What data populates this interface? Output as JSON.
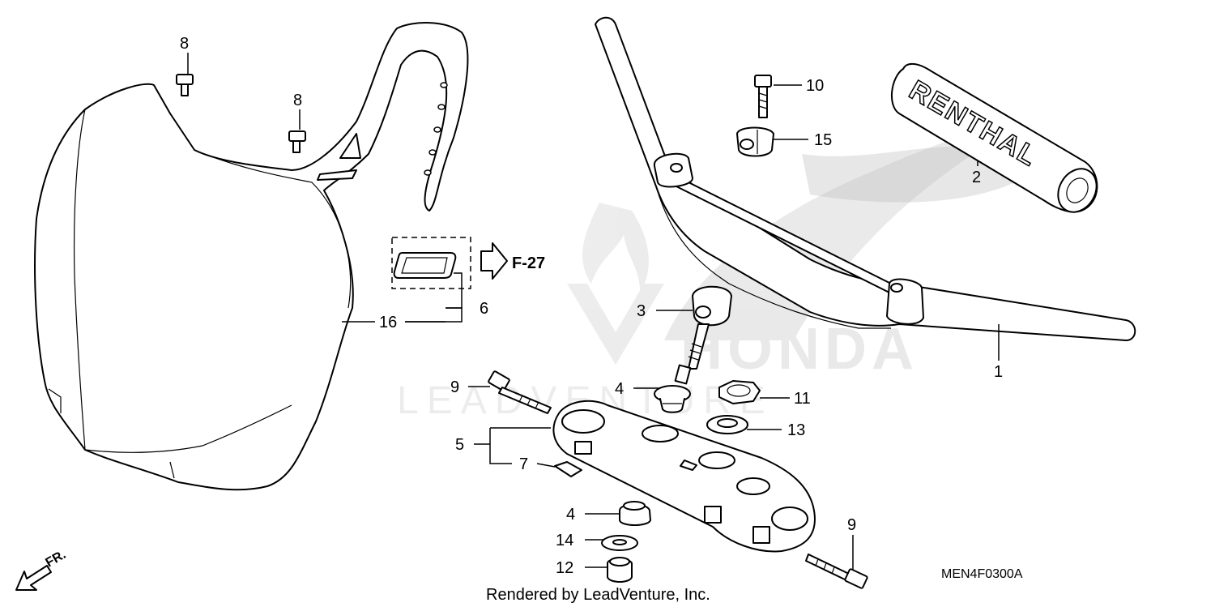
{
  "diagram": {
    "code": "MEN4F0300A",
    "footer": "Rendered by LeadVenture, Inc.",
    "ref_label": "F-27",
    "direction_label": "FR.",
    "grip_brand": "RENTHAL",
    "watermark_honda": "HONDA",
    "watermark_lv": "LEADVENTURE"
  },
  "callouts": [
    {
      "id": "c8a",
      "label": "8"
    },
    {
      "id": "c8b",
      "label": "8"
    },
    {
      "id": "c10",
      "label": "10"
    },
    {
      "id": "c15",
      "label": "15"
    },
    {
      "id": "c2",
      "label": "2"
    },
    {
      "id": "c6",
      "label": "6"
    },
    {
      "id": "c16",
      "label": "16"
    },
    {
      "id": "c3",
      "label": "3"
    },
    {
      "id": "c1",
      "label": "1"
    },
    {
      "id": "c9a",
      "label": "9"
    },
    {
      "id": "c4a",
      "label": "4"
    },
    {
      "id": "c11",
      "label": "11"
    },
    {
      "id": "c13",
      "label": "13"
    },
    {
      "id": "c5",
      "label": "5"
    },
    {
      "id": "c7",
      "label": "7"
    },
    {
      "id": "c4b",
      "label": "4"
    },
    {
      "id": "c14",
      "label": "14"
    },
    {
      "id": "c12",
      "label": "12"
    },
    {
      "id": "c9b",
      "label": "9"
    }
  ]
}
